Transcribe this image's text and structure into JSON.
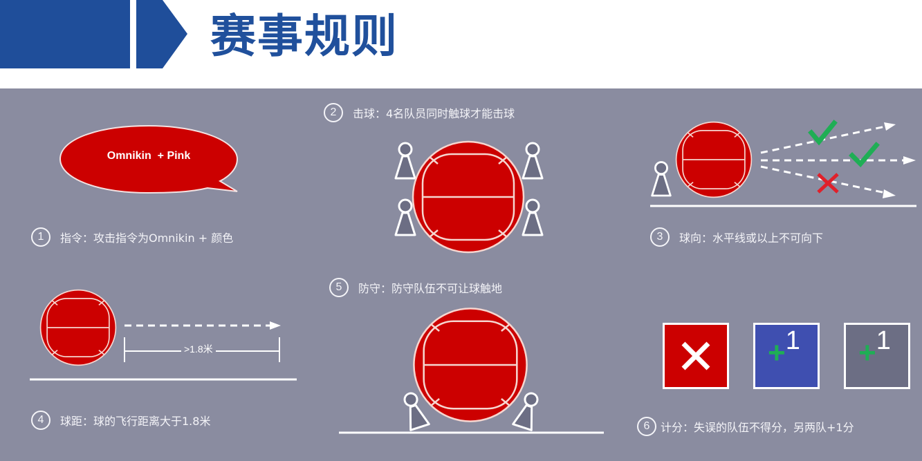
{
  "header": {
    "title": "赛事规则",
    "accent_color": "#1f4e9a"
  },
  "panel_bg": "#8a8ca0",
  "rules": [
    {
      "number": "1",
      "text": "指令：攻击指令为Omnikin + 颜色",
      "bubble_text": "Omnikin  + Pink"
    },
    {
      "number": "2",
      "text": "击球：4名队员同时触球才能击球"
    },
    {
      "number": "3",
      "text": "球向：水平线或以上不可向下"
    },
    {
      "number": "4",
      "text": "球距：球的飞行距离大于1.8米",
      "distance_label": ">1.8米"
    },
    {
      "number": "5",
      "text": "防守：防守队伍不可让球触地"
    },
    {
      "number": "6",
      "text": "计分：失误的队伍不得分，另两队+1分"
    }
  ],
  "scoring": {
    "boxes": [
      {
        "color": "#cc0000",
        "symbol": "cross-icon"
      },
      {
        "color": "#3f4fb0",
        "plus": "+",
        "value": "1"
      },
      {
        "color": "#6c6e84",
        "plus": "+",
        "value": "1"
      }
    ]
  },
  "colors": {
    "ball": "#cc0000",
    "ball_line": "#f6d6d0",
    "check": "#1fae55",
    "cross": "#e0202a",
    "player_fill": "#6c6e84"
  }
}
